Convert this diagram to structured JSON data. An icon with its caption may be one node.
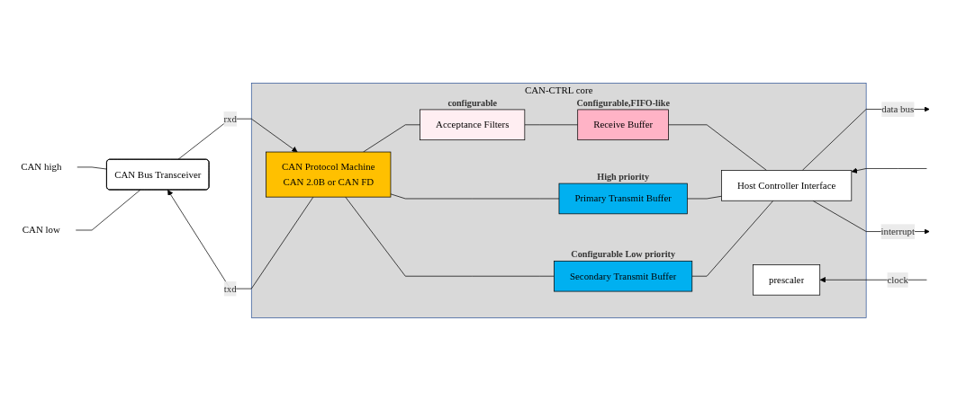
{
  "diagram": {
    "nodes": [
      {
        "text": [
          "CAN high"
        ]
      },
      {
        "text": [
          "CAN low"
        ]
      },
      {
        "text": [
          "CAN Bus Transceiver"
        ]
      },
      {
        "text": [
          "CAN-CTRL core"
        ]
      },
      {
        "text": [
          "CAN Protocol Machine",
          "CAN 2.0B or CAN FD"
        ],
        "in": 3
      },
      {
        "text": [
          "Acceptance Filters"
        ],
        "beside": [
          "configurable"
        ],
        "in": 3
      },
      {
        "text": [
          "Receive Buffer"
        ],
        "beside": [
          "Configurable,FIFO-like"
        ],
        "in": 3
      },
      {
        "text": [
          "Primary Transmit Buffer"
        ],
        "beside": [
          "High priority"
        ],
        "in": 3
      },
      {
        "text": [
          "Secondary Transmit Buffer"
        ],
        "beside": [
          "Configurable Low priority"
        ],
        "in": 3
      },
      {
        "text": [
          "Host Controller Interface"
        ],
        "in": 3
      },
      {
        "text": [
          "prescaler"
        ],
        "in": 3
      }
    ],
    "edges": [
      {
        "from": 0,
        "to": 2,
        "arrow": "none"
      },
      {
        "from": 1,
        "to": 2,
        "arrow": "none"
      },
      {
        "from": 2,
        "to": 4,
        "arrow": "to",
        "label": "rxd"
      },
      {
        "from": 4,
        "to": 2,
        "arrow": "to",
        "label": "txd"
      },
      {
        "from": 4,
        "to": 5,
        "arrow": "none"
      },
      {
        "from": 5,
        "to": 6,
        "arrow": "none"
      },
      {
        "from": 6,
        "to": 9,
        "arrow": "none"
      },
      {
        "from": 4,
        "to": 7,
        "arrow": "none"
      },
      {
        "from": 7,
        "to": 9,
        "arrow": "none"
      },
      {
        "from": 4,
        "to": 8,
        "arrow": "none"
      },
      {
        "from": 8,
        "to": 9,
        "arrow": "none"
      },
      {
        "from": null,
        "to": 10,
        "arrow": "to",
        "label": "clock"
      },
      {
        "from": 9,
        "to": null,
        "arrow": "to",
        "label": "data bus"
      },
      {
        "from": null,
        "to": 9,
        "arrow": "to"
      },
      {
        "from": 9,
        "to": null,
        "arrow": "to",
        "label": "interrupt"
      }
    ]
  }
}
